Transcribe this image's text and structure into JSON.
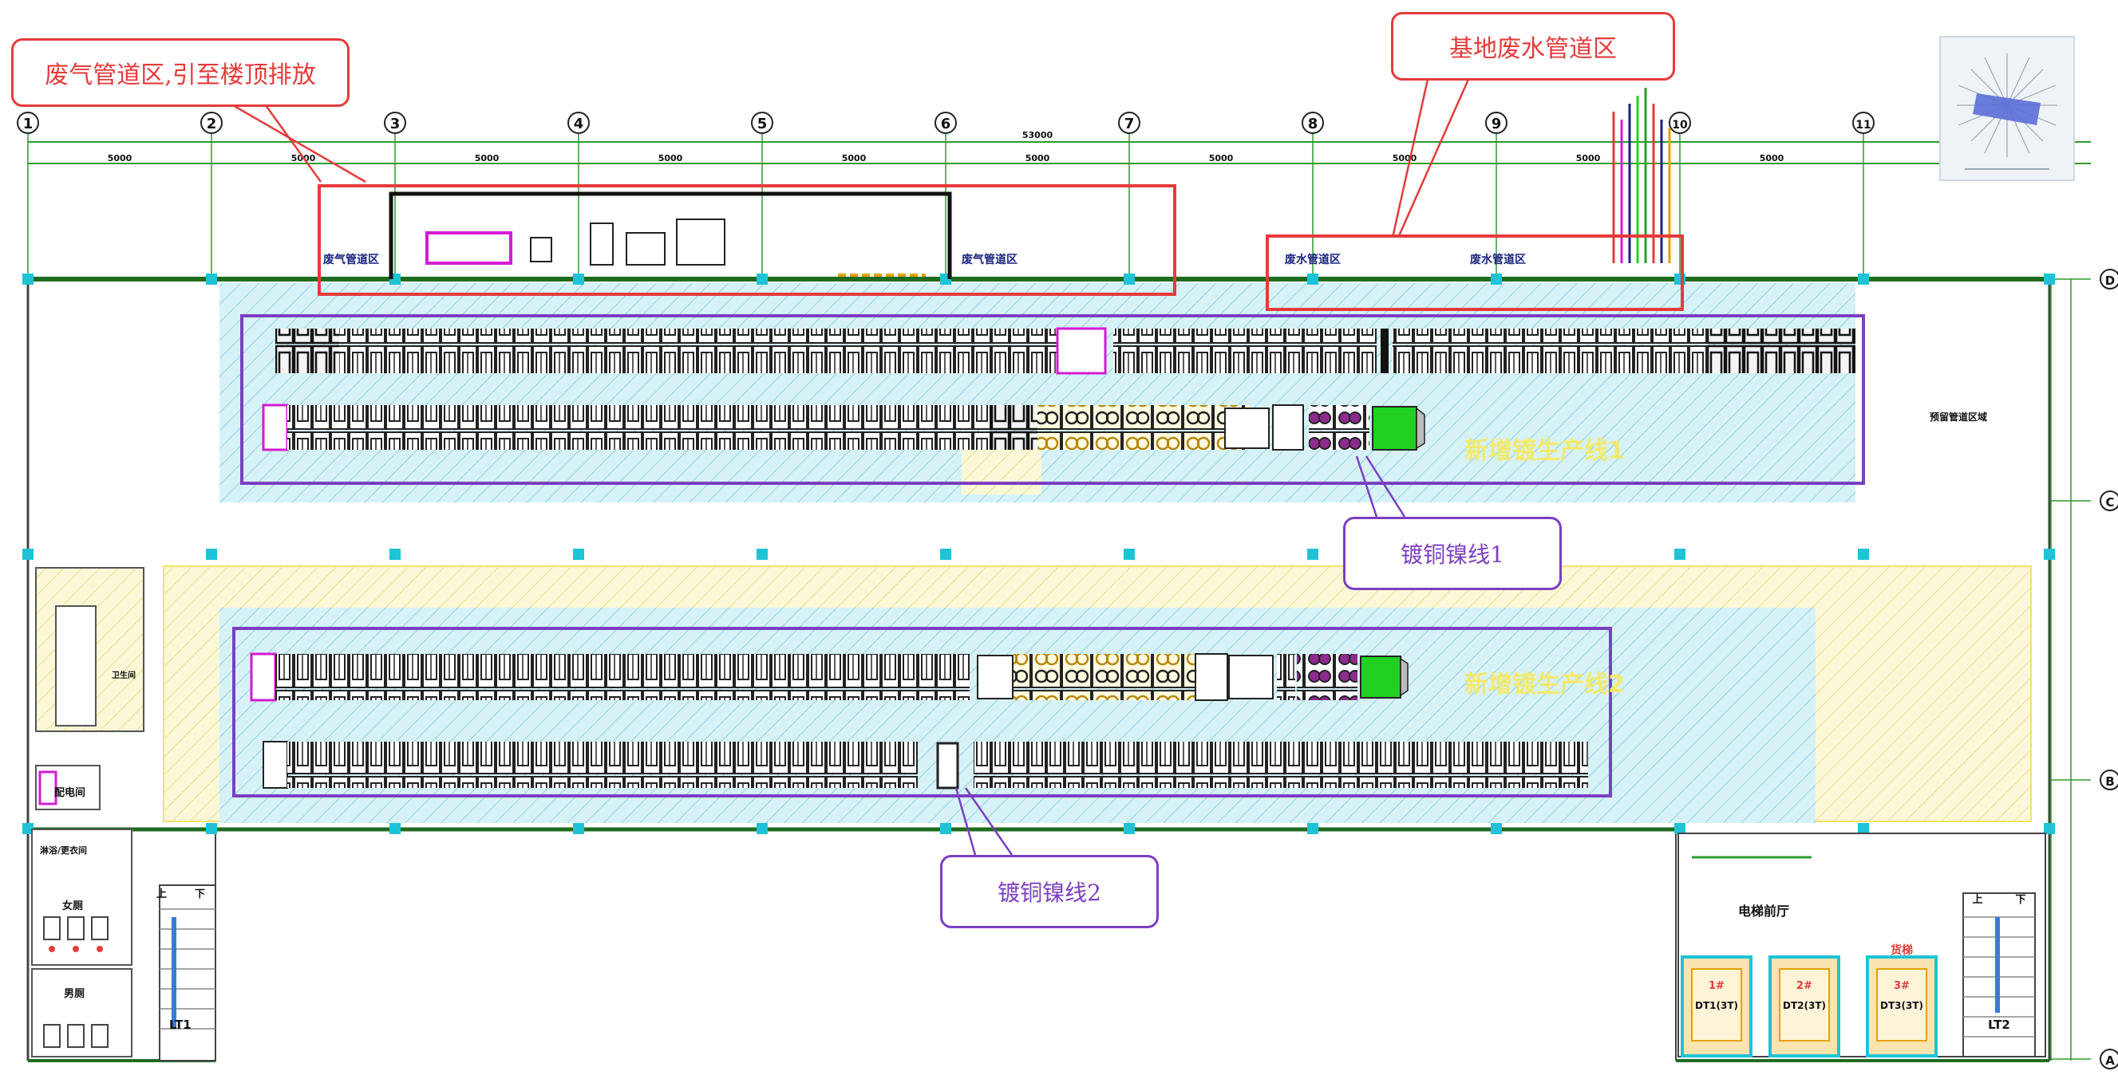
{
  "callouts": {
    "exhaust": "废气管道区,引至楼顶排放",
    "wastewater": "基地废水管道区",
    "line1": "镀铜镍线1",
    "line2": "镀铜镍线2"
  },
  "grid_axes": [
    "1",
    "2",
    "3",
    "4",
    "5",
    "6",
    "7",
    "8",
    "9",
    "10",
    "11"
  ],
  "row_axes": [
    "D",
    "C",
    "B",
    "A"
  ],
  "top_overall_dim": "53000",
  "top_dims": [
    "5000",
    "5000",
    "5000",
    "5000",
    "5000",
    "5000",
    "5000",
    "5000",
    "5000",
    "5000"
  ],
  "zone_labels": {
    "exhaust_pipe_1": "废气管道区",
    "exhaust_pipe_2": "废气管道区",
    "waste_pipe_1": "废水管道区",
    "waste_pipe_2": "废水管道区",
    "line1_area": "新增镀生产线1",
    "line2_area": "新增镀生产线2",
    "side_zone": "预留管道区域"
  },
  "room_labels": {
    "electrical": "配电间",
    "changing": "淋浴/更衣间",
    "female_wc": "女厕",
    "male_wc": "男厕",
    "elevator_hall": "电梯前厅",
    "stair1": "LT1",
    "stair2": "LT2",
    "elev1": "DT1(3T)",
    "elev2": "DT2(3T)",
    "elev3": "DT3(3T)",
    "elev1_no": "1#",
    "elev2_no": "2#",
    "elev3_no": "3#",
    "freight": "货梯",
    "up": "上",
    "down": "下",
    "small_room": "卫生间"
  },
  "colors": {
    "red": "#e53b3b",
    "purple": "#7b3fc1",
    "grid_green": "#2e9b2e",
    "cyan": "#1ec3d6",
    "hatch_cyan": "#bfeaf2",
    "yellow": "#f2e36a",
    "magenta": "#d61ad6",
    "bright_green": "#22d022",
    "navy": "#1a237e"
  },
  "icons": [
    "compass-icon"
  ]
}
